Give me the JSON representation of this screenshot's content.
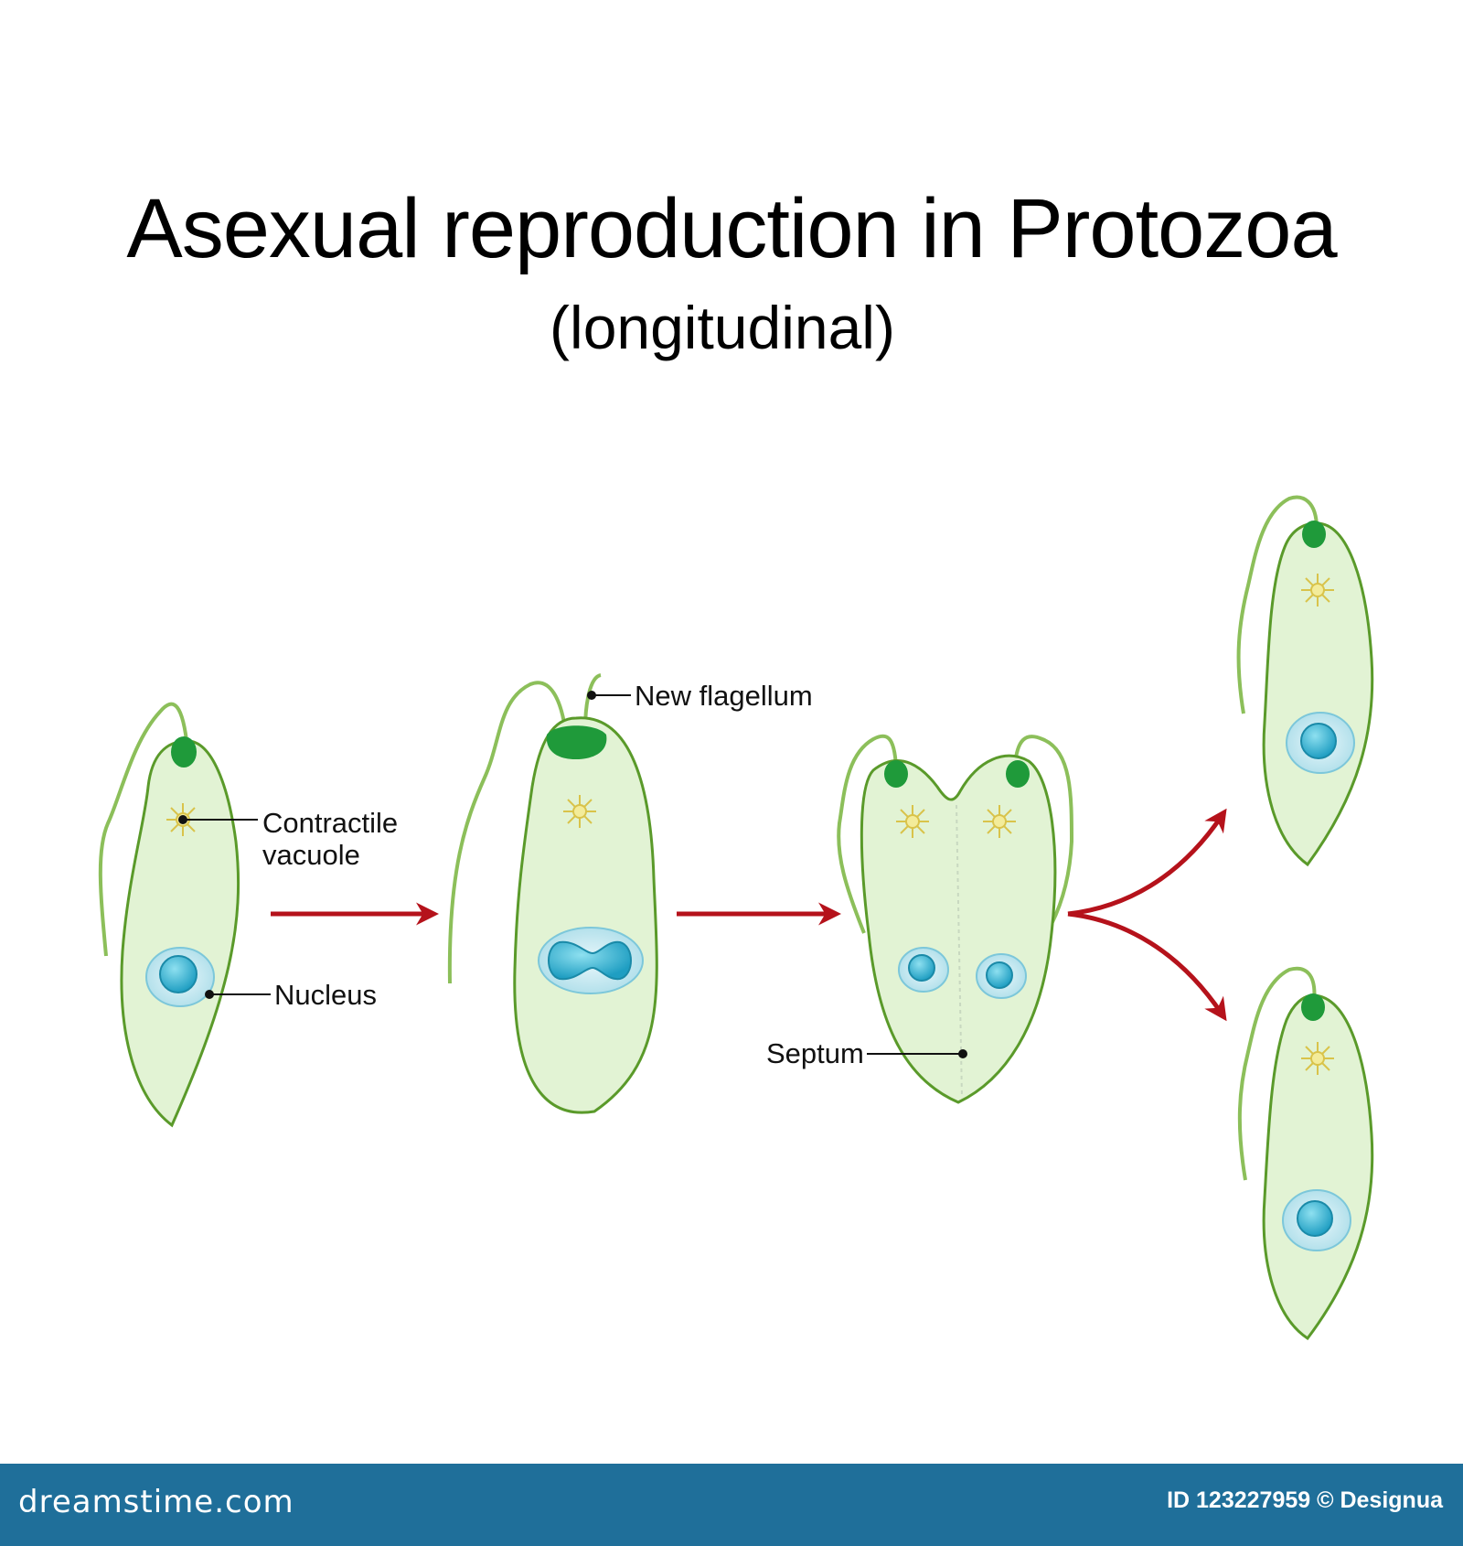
{
  "title": "Asexual reproduction in Protozoa",
  "subtitle": "(longitudinal)",
  "labels": {
    "contractile_line1": "Contractile",
    "contractile_line2": "vacuole",
    "nucleus": "Nucleus",
    "new_flagellum": "New flagellum",
    "septum": "Septum"
  },
  "footer": {
    "brand": "dreamstime.com",
    "credit": "ID 123227959 © Designua"
  },
  "colors": {
    "cell_fill": "#e2f3d4",
    "cell_stroke": "#5a9a2a",
    "eyespot": "#1f9a3a",
    "nucleus": "#3fb5d2",
    "arrow": "#b5121b",
    "footer": "#1f6f9a"
  }
}
